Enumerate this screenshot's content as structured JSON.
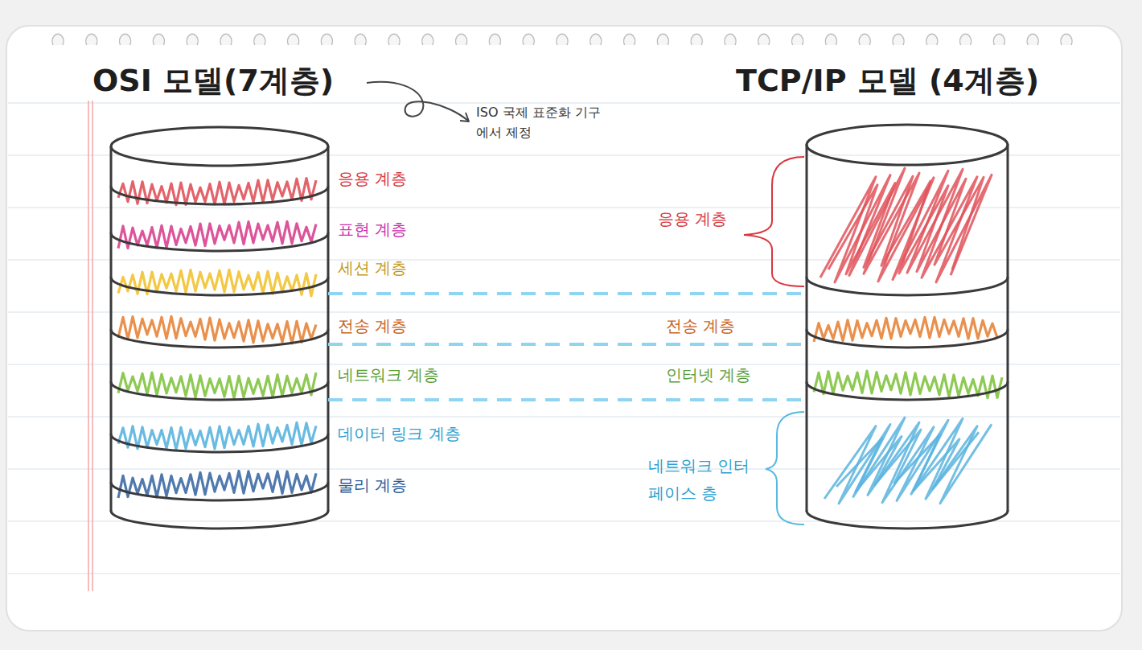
{
  "diagram": {
    "nodes": [
      {
        "text": [
          "OSI 모델(7계층)"
        ]
      },
      {
        "text": [
          "응용 계층"
        ],
        "in": 0
      },
      {
        "text": [
          "표현 계층"
        ],
        "in": 0
      },
      {
        "text": [
          "세션 계층"
        ],
        "in": 0
      },
      {
        "text": [
          "전송 계층"
        ],
        "in": 0
      },
      {
        "text": [
          "네트워크 계층"
        ],
        "in": 0
      },
      {
        "text": [
          "데이터 링크 계층"
        ],
        "in": 0
      },
      {
        "text": [
          "물리 계층"
        ],
        "in": 0
      },
      {
        "text": [
          "TCP/IP 모델 (4계층)"
        ]
      },
      {
        "text": [
          "응용 계층"
        ],
        "in": 8
      },
      {
        "text": [
          "전송 계층"
        ],
        "in": 8
      },
      {
        "text": [
          "인터넷 계층"
        ],
        "in": 8
      },
      {
        "text": [
          "네트워크 인터페이스 층"
        ],
        "in": 8
      }
    ],
    "edges": [
      {
        "from": 0,
        "to": 8,
        "arrow": "none"
      },
      {
        "from": 0,
        "to": 8,
        "arrow": "none"
      },
      {
        "from": 0,
        "to": 8,
        "arrow": "none"
      }
    ],
    "labels": [
      "ISO 국제 표준화 기구에서 제정"
    ]
  }
}
